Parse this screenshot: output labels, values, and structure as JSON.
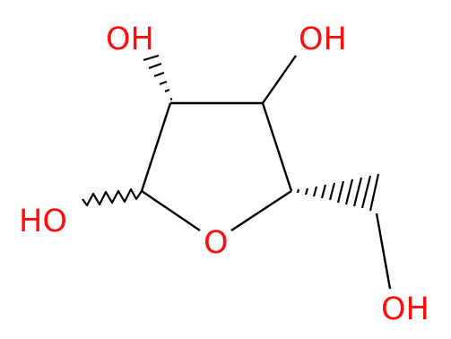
{
  "molecule": {
    "atoms": {
      "oh_c2": "OH",
      "oh_c3": "OH",
      "oh_c1": "HO",
      "ring_oxygen": "O",
      "oh_c5": "OH"
    },
    "colors": {
      "heteroatom": "#ff0d0d",
      "bond": "#000000",
      "background": "#ffffff"
    }
  }
}
